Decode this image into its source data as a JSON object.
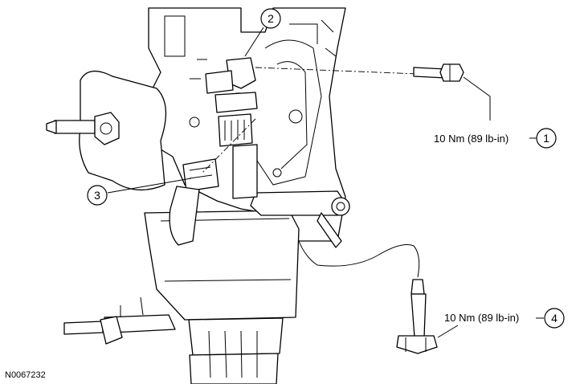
{
  "callouts": [
    {
      "num": "1",
      "torque": "10 Nm (89 lb-in)"
    },
    {
      "num": "2"
    },
    {
      "num": "3"
    },
    {
      "num": "4",
      "torque": "10 Nm (89 lb-in)"
    }
  ],
  "figure_id": "N0067232"
}
